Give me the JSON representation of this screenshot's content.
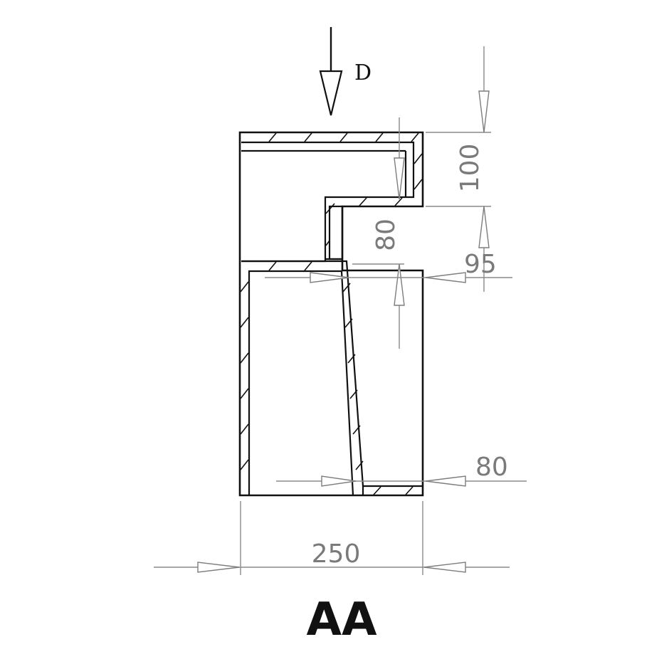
{
  "view_label": "AA",
  "direction_label": "D",
  "dimensions": {
    "top_height": "100",
    "slot_height": "80",
    "step_offset": "95",
    "bottom_wall": "80",
    "overall_width": "250"
  },
  "colors": {
    "geometry": "#111111",
    "dimension": "#8a8a8a"
  }
}
